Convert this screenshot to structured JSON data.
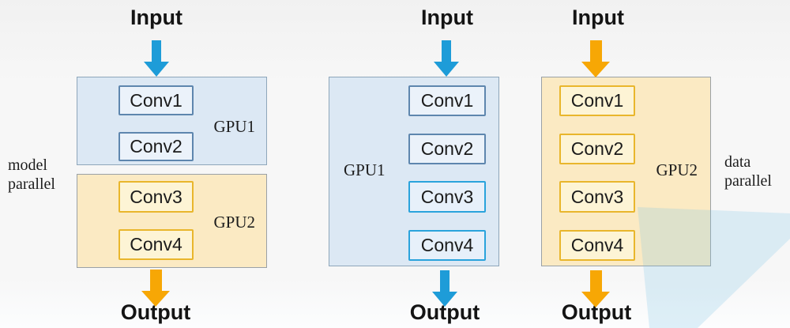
{
  "slide": {
    "diagrams": [
      {
        "caption": "model parallel",
        "input_label": "Input",
        "output_label": "Output",
        "input_arrow_color": "#1e9cd8",
        "output_arrow_color": "#f7a705",
        "gpus": [
          {
            "label": "GPU1",
            "theme": "blue",
            "convs": [
              "Conv1",
              "Conv2"
            ]
          },
          {
            "label": "GPU2",
            "theme": "yellow",
            "convs": [
              "Conv3",
              "Conv4"
            ]
          }
        ]
      },
      {
        "caption": "",
        "input_label": "Input",
        "output_label": "Output",
        "input_arrow_color": "#1e9cd8",
        "output_arrow_color": "#1e9cd8",
        "gpus": [
          {
            "label": "GPU1",
            "theme": "blue",
            "convs": [
              "Conv1",
              "Conv2",
              "Conv3",
              "Conv4"
            ]
          }
        ]
      },
      {
        "caption": "data parallel",
        "input_label": "Input",
        "output_label": "Output",
        "input_arrow_color": "#f7a705",
        "output_arrow_color": "#f7a705",
        "gpus": [
          {
            "label": "GPU2",
            "theme": "yellow",
            "convs": [
              "Conv1",
              "Conv2",
              "Conv3",
              "Conv4"
            ]
          }
        ]
      }
    ],
    "colors": {
      "blue_arrow": "#1e9cd8",
      "orange_arrow": "#f7a705",
      "blue_gpu_fill": "#dce8f4",
      "yellow_gpu_fill": "#fbeac3",
      "blue_conv_border": "#5e86ae",
      "cyan_conv_border": "#2aa3dc",
      "gold_conv_border": "#e9b62c",
      "watermark_tint": "rgba(125,195,230,0.24)"
    }
  }
}
